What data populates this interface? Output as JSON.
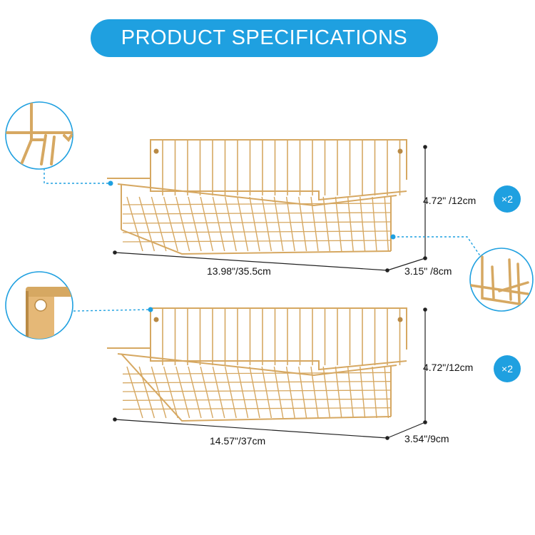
{
  "header": {
    "title": "PRODUCT SPECIFICATIONS"
  },
  "basket_top": {
    "length": "13.98\"/35.5cm",
    "height": "4.72\" /12cm",
    "depth": "3.15\" /8cm",
    "quantity": "×2"
  },
  "basket_bottom": {
    "length": "14.57\"/37cm",
    "height": "4.72\"/12cm",
    "depth": "3.54\"/9cm",
    "quantity": "×2"
  },
  "colors": {
    "accent": "#1fa0e0",
    "wire": "#d6a862",
    "wire_dark": "#b98a45"
  },
  "icons": [
    "corner-detail-icon",
    "hook-hole-detail-icon",
    "side-detail-icon"
  ]
}
